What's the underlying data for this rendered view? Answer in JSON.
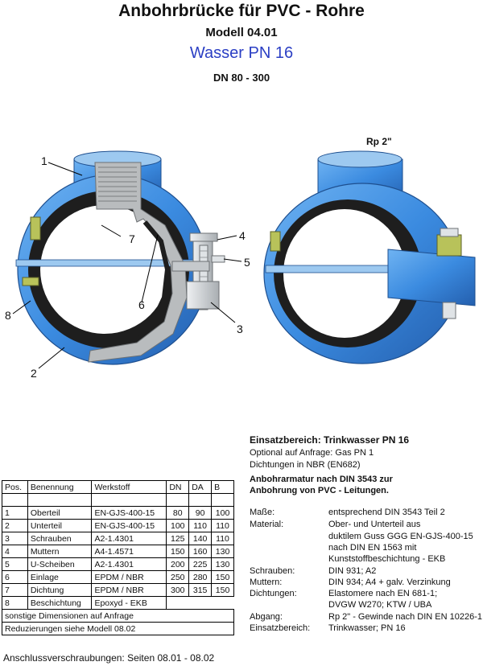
{
  "header": {
    "title": "Anbohrbrücke für PVC - Rohre",
    "model": "Modell 04.01",
    "medium": "Wasser PN 16",
    "dn_range": "DN 80 - 300"
  },
  "illustration": {
    "thread_label": "Rp 2\"",
    "callouts": [
      "1",
      "2",
      "3",
      "4",
      "5",
      "6",
      "7",
      "8"
    ],
    "colors": {
      "body_blue": "#3b8be0",
      "liner_black": "#1e1e1e",
      "steel": "#cfd3d6",
      "cut_grey": "#b9bcbe",
      "bolt_green": "#b8c25a"
    }
  },
  "parts_table": {
    "headers": [
      "Pos.",
      "Benennung",
      "Werkstoff",
      "DN",
      "DA",
      "B"
    ],
    "rows": [
      [
        "1",
        "Oberteil",
        "EN-GJS-400-15",
        "80",
        "90",
        "100"
      ],
      [
        "2",
        "Unterteil",
        "EN-GJS-400-15",
        "100",
        "110",
        "110"
      ],
      [
        "3",
        "Schrauben",
        "A2-1.4301",
        "125",
        "140",
        "110"
      ],
      [
        "4",
        "Muttern",
        "A4-1.4571",
        "150",
        "160",
        "130"
      ],
      [
        "5",
        "U-Scheiben",
        "A2-1.4301",
        "200",
        "225",
        "130"
      ],
      [
        "6",
        "Einlage",
        "EPDM / NBR",
        "250",
        "280",
        "150"
      ],
      [
        "7",
        "Dichtung",
        "EPDM / NBR",
        "300",
        "315",
        "150"
      ],
      [
        "8",
        "Beschichtung",
        "Epoxyd - EKB",
        "",
        "",
        ""
      ]
    ],
    "note1": "sonstige Dimensionen auf Anfrage",
    "note2": "Reduzierungen siehe Modell 08.02"
  },
  "application": {
    "heading": "Einsatzbereich:  Trinkwasser PN 16",
    "optional": "Optional auf Anfrage:  Gas PN 1",
    "seals": "Dichtungen in NBR (EN682)",
    "fitting_line1": "Anbohrarmatur nach DIN 3543 zur",
    "fitting_line2": "Anbohrung von PVC - Leitungen."
  },
  "specs": [
    {
      "label": "Maße:",
      "value": "entsprechend DIN 3543 Teil 2"
    },
    {
      "label": "Material:",
      "value": "Ober- und Unterteil aus"
    },
    {
      "label": "",
      "value": "duktilem Guss GGG  EN-GJS-400-15"
    },
    {
      "label": "",
      "value": "nach DIN EN 1563 mit"
    },
    {
      "label": "",
      "value": "Kunststoffbeschichtung - EKB"
    },
    {
      "label": "Schrauben:",
      "value": "DIN 931; A2"
    },
    {
      "label": "Muttern:",
      "value": "DIN 934; A4 + galv. Verzinkung"
    },
    {
      "label": "Dichtungen:",
      "value": "Elastomere nach EN 681-1;"
    },
    {
      "label": "",
      "value": "DVGW W270;  KTW / UBA"
    },
    {
      "label": "Abgang:",
      "value": "Rp 2\" - Gewinde nach DIN EN 10226-1"
    },
    {
      "label": "Einsatzbereich:",
      "value": "Trinkwasser;  PN 16"
    }
  ],
  "footer": "Anschlussverschraubungen:  Seiten 08.01 - 08.02"
}
